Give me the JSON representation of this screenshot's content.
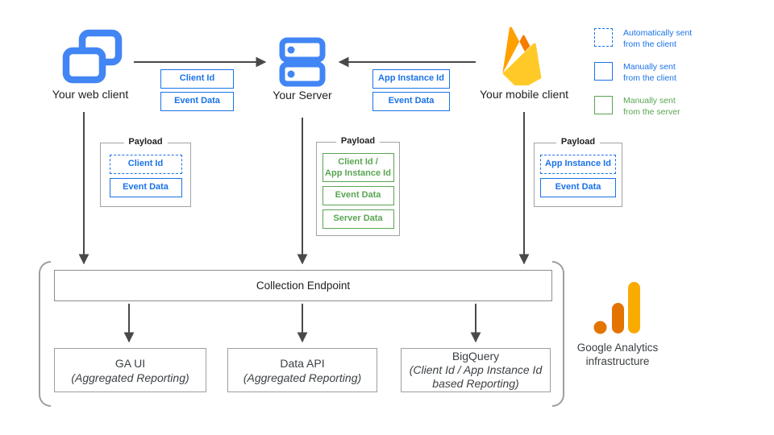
{
  "nodes": {
    "web_client": {
      "label": "Your web client",
      "icon": "web-client-icon"
    },
    "server": {
      "label": "Your Server",
      "icon": "server-icon"
    },
    "mobile_client": {
      "label": "Your mobile client",
      "icon": "firebase-icon"
    }
  },
  "flows": {
    "web_to_server": {
      "chips": [
        {
          "label": "Client Id",
          "style": "solid-blue"
        },
        {
          "label": "Event Data",
          "style": "solid-blue"
        }
      ]
    },
    "mobile_to_server": {
      "chips": [
        {
          "label": "App Instance Id",
          "style": "solid-blue"
        },
        {
          "label": "Event Data",
          "style": "solid-blue"
        }
      ]
    }
  },
  "legend": [
    {
      "line1": "Automatically sent",
      "line2": "from the client",
      "style": "dashed-blue"
    },
    {
      "line1": "Manually sent",
      "line2": "from the client",
      "style": "solid-blue"
    },
    {
      "line1": "Manually sent",
      "line2": "from the server",
      "style": "solid-green"
    }
  ],
  "payloads": [
    {
      "title": "Payload",
      "items": [
        {
          "label": "Client Id",
          "style": "dashed-blue"
        },
        {
          "label": "Event Data",
          "style": "solid-blue"
        }
      ]
    },
    {
      "title": "Payload",
      "items": [
        {
          "label": "Client Id /\nApp Instance Id",
          "style": "solid-green"
        },
        {
          "label": "Event Data",
          "style": "solid-green"
        },
        {
          "label": "Server Data",
          "style": "solid-green"
        }
      ]
    },
    {
      "title": "Payload",
      "items": [
        {
          "label": "App Instance Id",
          "style": "dashed-blue"
        },
        {
          "label": "Event Data",
          "style": "solid-blue"
        }
      ]
    }
  ],
  "infrastructure": {
    "endpoint": "Collection Endpoint",
    "boxes": [
      {
        "title": "GA UI",
        "subtitle": "(Aggregated Reporting)"
      },
      {
        "title": "Data API",
        "subtitle": "(Aggregated Reporting)"
      },
      {
        "title": "BigQuery",
        "subtitle": "(Client Id / App Instance Id\nbased Reporting)"
      }
    ],
    "caption_line1": "Google Analytics",
    "caption_line2": "infrastructure"
  },
  "colors": {
    "blue": "#1a73e8",
    "icon_blue": "#4285f4",
    "green": "#5aa552",
    "arrow_gray": "#494949",
    "border_gray": "#9e9e9e",
    "firebase_yellow": "#ffca28",
    "firebase_orange": "#ffa000",
    "firebase_deep_orange": "#f57c00",
    "ga_amber": "#f9ab00",
    "ga_orange": "#e37400"
  }
}
